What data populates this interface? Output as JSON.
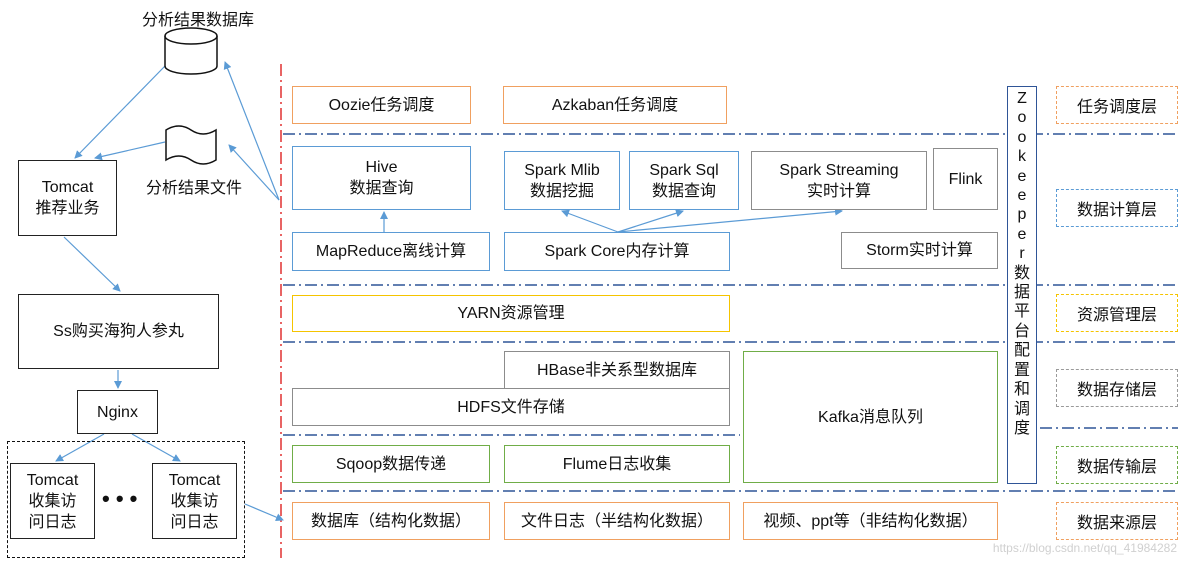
{
  "left": {
    "db_label": "分析结果数据库",
    "file_label": "分析结果文件",
    "tomcat_recommend": [
      "Tomcat",
      "推荐业务"
    ],
    "shop": "Ss购买海狗人参丸",
    "nginx": "Nginx",
    "tomcat_log_a": [
      "Tomcat",
      "收集访",
      "问日志"
    ],
    "tomcat_log_b": [
      "Tomcat",
      "收集访",
      "问日志"
    ],
    "ellipsis": "• • •"
  },
  "scheduling": {
    "oozie": "Oozie任务调度",
    "azkaban": "Azkaban任务调度"
  },
  "compute": {
    "hive": [
      "Hive",
      "数据查询"
    ],
    "mlib": [
      "Spark Mlib",
      "数据挖掘"
    ],
    "sql": [
      "Spark Sql",
      "数据查询"
    ],
    "streaming": [
      "Spark Streaming",
      "实时计算"
    ],
    "flink": "Flink",
    "mapreduce": "MapReduce离线计算",
    "spark_core": "Spark Core内存计算",
    "storm": "Storm实时计算"
  },
  "resource": {
    "yarn": "YARN资源管理"
  },
  "storage": {
    "hbase": "HBase非关系型数据库",
    "hdfs": "HDFS文件存储",
    "kafka": "Kafka消息队列"
  },
  "transport": {
    "sqoop": "Sqoop数据传递",
    "flume": "Flume日志收集"
  },
  "sources": {
    "db": "数据库（结构化数据）",
    "logs": "文件日志（半结构化数据）",
    "media": "视频、ppt等（非结构化数据）"
  },
  "zookeeper_chars": [
    "Z",
    "o",
    "o",
    "k",
    "e",
    "e",
    "p",
    "e",
    "r",
    "数",
    "据",
    "平",
    "台",
    "配",
    "置",
    "和",
    "调",
    "度"
  ],
  "layers": {
    "scheduling": "任务调度层",
    "compute": "数据计算层",
    "resource": "资源管理层",
    "storage": "数据存储层",
    "transport": "数据传输层",
    "source": "数据来源层"
  },
  "watermark": "https://blog.csdn.net/qq_41984282",
  "colors": {
    "orange": "#f0a060",
    "blue": "#5b9bd5",
    "yellow": "#f5c400",
    "gray": "#8c8c8c",
    "green": "#70ad47",
    "separator": "#2f5597",
    "red_divider": "#e03030"
  }
}
